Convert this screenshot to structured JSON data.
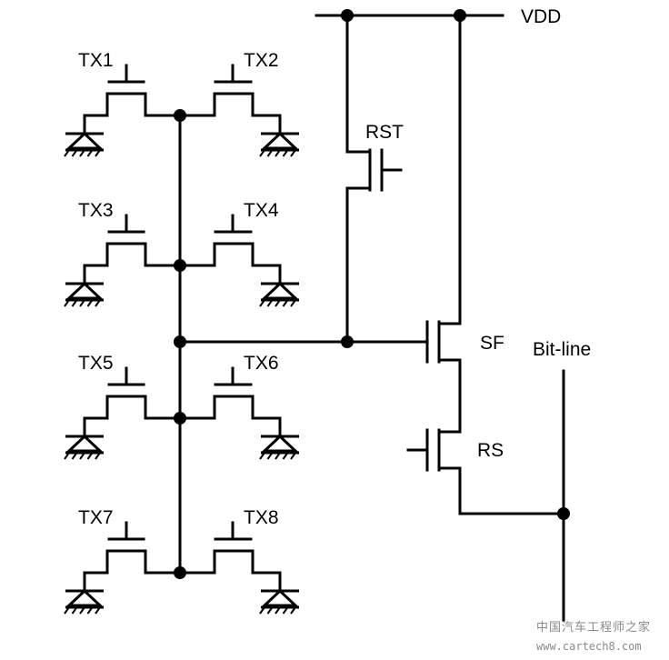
{
  "labels": {
    "vdd": "VDD",
    "rst": "RST",
    "sf": "SF",
    "rs": "RS",
    "bitline": "Bit-line",
    "tx": [
      "TX1",
      "TX2",
      "TX3",
      "TX4",
      "TX5",
      "TX6",
      "TX7",
      "TX8"
    ]
  },
  "watermark": {
    "line1": "中国汽车工程师之家",
    "line2": "www.cartech8.com"
  }
}
